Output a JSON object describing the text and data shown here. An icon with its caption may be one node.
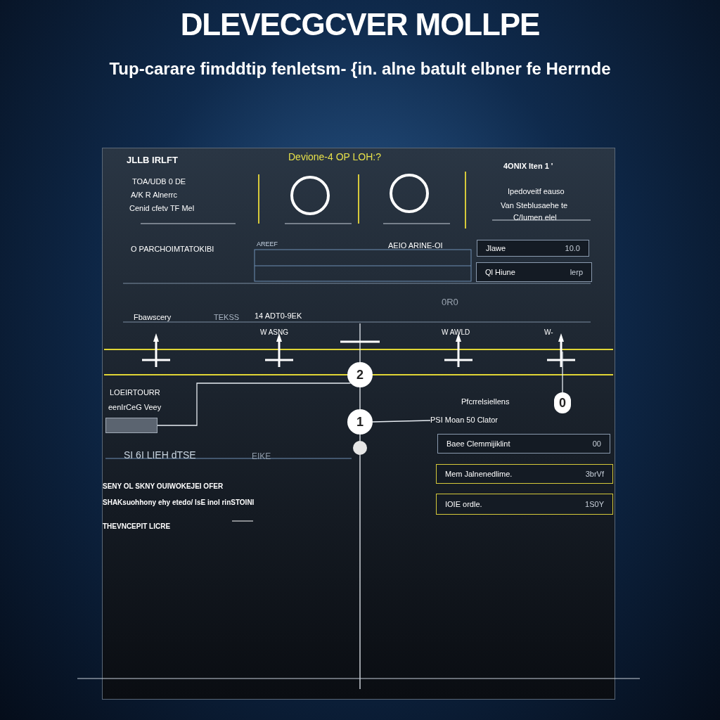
{
  "diagram": {
    "title": "DLEVECGCVER MOLLPE",
    "caption": "Tup-carare fimddtip fenletsm- {in. alne batult elbner fe Herrnde",
    "nodes": [
      {
        "text": [
          "2"
        ]
      },
      {
        "text": [
          "1"
        ]
      },
      {
        "text": [
          "PSI Moan 50 Clator"
        ]
      },
      {
        "text": [
          "0"
        ]
      },
      {
        "text": [],
        "shape": "circle"
      },
      {
        "text": [],
        "shape": "box"
      },
      {
        "text": [
          "Jlawe",
          "10.0"
        ]
      },
      {
        "text": [
          "Ql Hiune",
          "lerp"
        ]
      },
      {
        "text": [
          "Baee Clemmijiklint",
          "00"
        ]
      },
      {
        "text": [
          "Mem Jalnenedlime.",
          "3brVf"
        ]
      },
      {
        "text": [
          "IOIE ordle.",
          "1S0Y"
        ]
      }
    ],
    "edges": [
      {
        "from": 0,
        "to": 1,
        "arrow": "none"
      },
      {
        "from": 1,
        "to": 2,
        "arrow": "none"
      },
      {
        "from": 1,
        "to": 4,
        "arrow": "none"
      },
      {
        "from": 5,
        "to": 0,
        "arrow": "none"
      },
      {
        "from": null,
        "to": 3,
        "arrow": "none"
      }
    ],
    "labels": [
      "JLLB IRLFT",
      "Devione-4 OP LOH:?",
      "TOA/UDB 0 DE",
      "A/K R Alnerrc",
      "Cenid cfetv TF Mel",
      "4ONIX Iten 1 '",
      "Ipedoveitf eauso",
      "Van Steblusaehe te",
      "C/Iumen elel",
      "O PARCHOIMTATOKIBI",
      "AREEF",
      "AEIO ARINE-OI",
      "Fbawscery",
      "TEKSS",
      "14 ADT0-9EK",
      "0R0",
      "W ASNG",
      "W AWLD",
      "W-",
      "LOEIRTOURR",
      "eenIrCeG Veey",
      "Pfcrrelsiellens",
      "SI 6I LIEH dTSE",
      "EIKE",
      "SENY OL SKNY OUIWOKEJEI OFER",
      "SHAKsuohhony ehy etedo/ lsE inol rinSTOINI",
      "THEVNCEPIT LICRE"
    ]
  }
}
